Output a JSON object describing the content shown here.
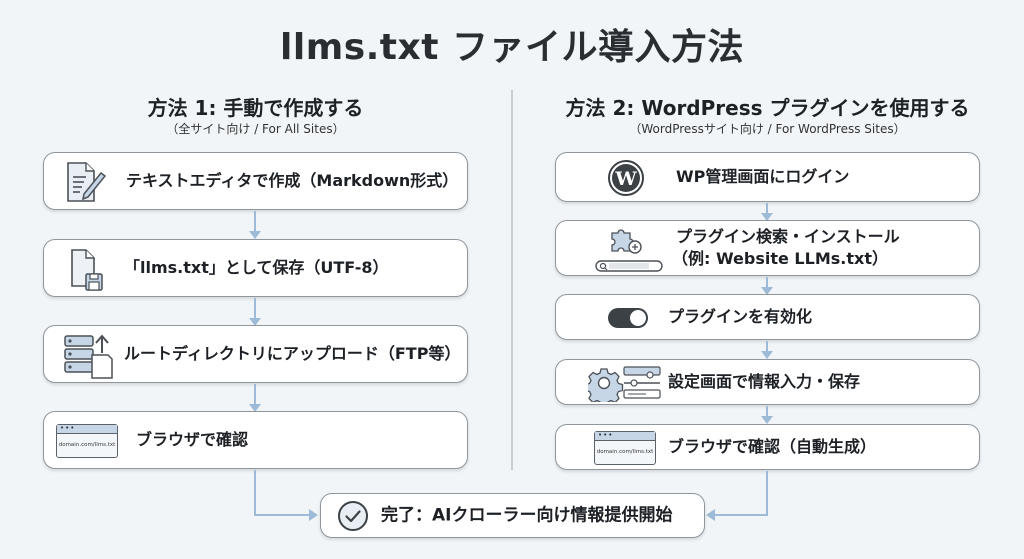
{
  "title": "llms.txt ファイル導入方法",
  "colors": {
    "background": "#f1f5f8",
    "box_border": "#8f969c",
    "arrow": "#9dbbd6",
    "icon_fill": "#c7d6e6",
    "text": "#1d2125"
  },
  "method1": {
    "heading": "方法 1: 手動で作成する",
    "subheading": "（全サイト向け / For All Sites）",
    "steps": [
      {
        "icon": "document-pencil-icon",
        "label": "テキストエディタで作成（Markdown形式）"
      },
      {
        "icon": "file-save-icon",
        "label": "「llms.txt」として保存（UTF-8）"
      },
      {
        "icon": "server-upload-icon",
        "label": "ルートディレクトリにアップロード（FTP等）"
      },
      {
        "icon": "browser-window-icon",
        "label": "ブラウザで確認",
        "icon_text": "domain.com/llms.txt",
        "icon_dots": "•••"
      }
    ]
  },
  "method2": {
    "heading": "方法 2: WordPress プラグインを使用する",
    "subheading": "（WordPressサイト向け / For WordPress Sites）",
    "steps": [
      {
        "icon": "wordpress-logo-icon",
        "label": "WP管理画面にログイン"
      },
      {
        "icon": "plugin-search-icon",
        "label": "プラグイン検索・インストール",
        "label2": "（例: Website LLMs.txt）"
      },
      {
        "icon": "toggle-switch-icon",
        "label": "プラグインを有効化"
      },
      {
        "icon": "settings-sliders-icon",
        "label": "設定画面で情報入力・保存"
      },
      {
        "icon": "browser-window-icon",
        "label": "ブラウザで確認（自動生成）",
        "icon_text": "domain.com/llms.txt",
        "icon_dots": "•••"
      }
    ]
  },
  "final": {
    "icon": "checkmark-circle-icon",
    "label": "完了：AIクローラー向け情報提供開始"
  }
}
